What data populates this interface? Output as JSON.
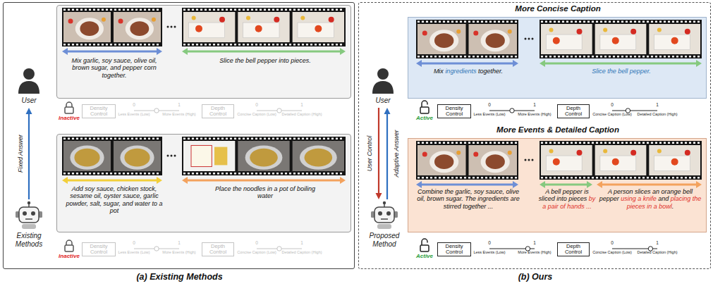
{
  "diagram": {
    "nodes": [
      {
        "text": [
          "(a) Existing Methods"
        ]
      },
      {
        "text": [
          "User"
        ],
        "in": 0
      },
      {
        "text": [
          "Existing Methods"
        ],
        "in": 0
      },
      {
        "text": [
          "Mix garlic, soy sauce, olive oil, brown sugar, and pepper corn together.",
          "Slice the bell pepper into pieces."
        ],
        "in": 0
      },
      {
        "text": [
          "Density Control"
        ],
        "in": 0
      },
      {
        "text": [
          "Depth Control"
        ],
        "in": 0
      },
      {
        "text": [
          "Add soy sauce, chicken stock, sesame oil, oyster sauce, garlic powder, salt, sugar, and water to a pot",
          "Place the noodles in a pot of boiling water"
        ],
        "in": 0
      },
      {
        "text": [
          "Density Control"
        ],
        "in": 0
      },
      {
        "text": [
          "Depth Control"
        ],
        "in": 0
      },
      {
        "text": [
          "(b) Ours"
        ]
      },
      {
        "text": [
          "User"
        ],
        "in": 9
      },
      {
        "text": [
          "Proposed Method"
        ],
        "in": 9
      },
      {
        "text": [
          "More Concise Caption",
          "Mix ingredients together.",
          "Slice the bell pepper."
        ],
        "in": 9
      },
      {
        "text": [
          "Density Control"
        ],
        "in": 9
      },
      {
        "text": [
          "Depth Control"
        ],
        "in": 9
      },
      {
        "text": [
          "More Events & Detailed Caption",
          "Combine the garlic, soy sauce, olive oil, brown sugar. The ingredients are stirred together ...",
          "A bell pepper is sliced into pieces by a pair of hands ...",
          "A person slices an orange bell pepper using a knife and placing the pieces in a bowl."
        ],
        "in": 9
      },
      {
        "text": [
          "Density Control"
        ],
        "in": 9
      },
      {
        "text": [
          "Depth Control"
        ],
        "in": 9
      }
    ],
    "edges": [
      {
        "from": 2,
        "to": 1,
        "label": "Fixed Answer",
        "arrow": "to"
      },
      {
        "from": 10,
        "to": 11,
        "label": "User Control",
        "arrow": "to"
      },
      {
        "from": 11,
        "to": 10,
        "label": "Adaptive Answer",
        "arrow": "to"
      }
    ],
    "labels": [
      "Inactive",
      "0",
      "1",
      "Less Events (Low)",
      "More Events (High)",
      "0",
      "1",
      "Concise Caption (Low)",
      "Detailed Caption (High)",
      "Inactive",
      "0",
      "1",
      "Less Events (Low)",
      "More Events (High)",
      "0",
      "1",
      "Concise Caption (Low)",
      "Detailed Caption (High)",
      "Active",
      "0",
      "1",
      "Less Events (Low)",
      "More Events (High)",
      "0",
      "1",
      "Concise Caption (Low)",
      "Detailed Caption (High)",
      "Active",
      "0",
      "1",
      "Less Events (Low)",
      "More Events (High)",
      "0",
      "1",
      "Concise Caption (Low)",
      "Detailed Caption (High)"
    ]
  }
}
